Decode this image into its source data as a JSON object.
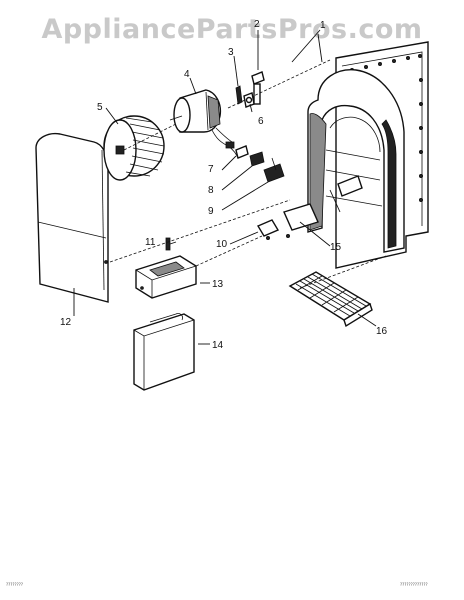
{
  "watermark": "AppliancePartsPros.com",
  "callouts": [
    "1",
    "2",
    "3",
    "4",
    "5",
    "6",
    "7",
    "8",
    "9",
    "10",
    "11",
    "12",
    "13",
    "14",
    "15",
    "16"
  ],
  "footer": {
    "left": "????????",
    "right": "?????????????"
  },
  "colors": {
    "line": "#111111",
    "watermark": "#c9c9c9",
    "background": "#ffffff"
  }
}
